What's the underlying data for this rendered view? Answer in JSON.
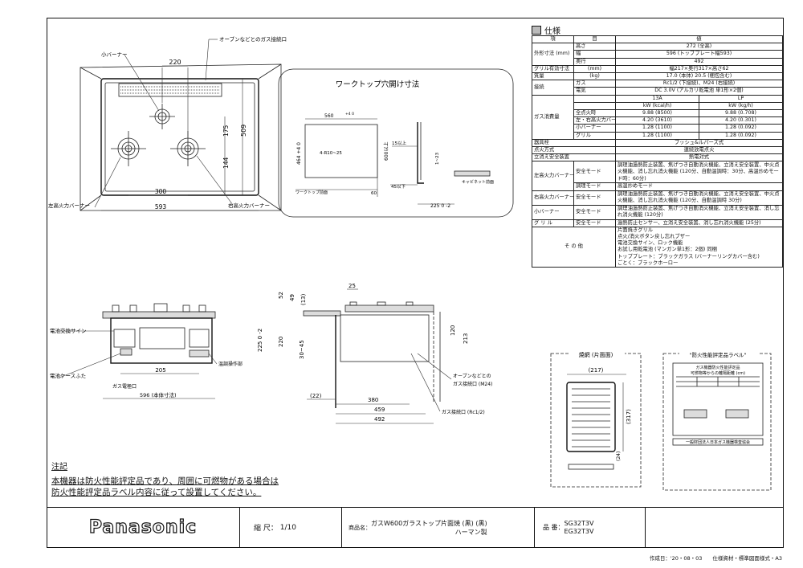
{
  "top_labels": {
    "oven_gas_inlet": "オーブンなどとのガス接続口",
    "small_burner": "小バーナー",
    "left_burner": "左高火力バーナー",
    "right_burner": "右高火力バーナー",
    "d220": "220",
    "d509": "509",
    "d175": "175",
    "d144": "144",
    "d300": "300",
    "d593": "593"
  },
  "cutout": {
    "title": "ワークトップ穴開け寸法",
    "d560": "560",
    "d560_tol": "+4 0",
    "d464": "464 +4 0",
    "d600": "600以上",
    "radius": "4-R10~25",
    "worktop_face": "ワークトップ前面",
    "d60": "60",
    "d15": "15以上",
    "d23": "1~23",
    "d45": "45以下",
    "d225": "225 0 -2",
    "cabinet_face": "キャビネット前面"
  },
  "front_labels": {
    "battery_sign": "電池交換サイン",
    "battery_case": "電池ケースふた",
    "grill_outlet": "ガス電極口",
    "d205": "205",
    "d596": "596 (本体寸法)",
    "d225": "225 0 -2",
    "ops": "温調操作部"
  },
  "side_labels": {
    "d25": "25",
    "d52": "52",
    "d49": "49",
    "d13": "(13)",
    "d220": "220",
    "d3045": "30~45",
    "d120": "120",
    "d213": "213",
    "d22": "(22)",
    "d380": "380",
    "d459": "459",
    "d492": "492",
    "oven_inlet": "オーブンなどとの",
    "oven_inlet2": "ガス接続口 (M24)",
    "gas_inlet": "ガス接続口 (Rc1/2)"
  },
  "spec": {
    "title": "仕様",
    "rows": [
      [
        "項",
        "目",
        "値"
      ],
      [
        "外形寸法 (mm)",
        "高さ",
        "272 (全高)"
      ],
      [
        "",
        "幅",
        "596 (トッププレート幅593)"
      ],
      [
        "",
        "奥行",
        "492"
      ],
      [
        "グリル有効寸法",
        "(mm)",
        "幅217×奥行317×高さ62"
      ],
      [
        "質量",
        "(kg)",
        "17.0 (本体) 20.5 (梱包含む)"
      ],
      [
        "接続",
        "ガス",
        "Rc1/2 (下接続)、M24 (右接続)"
      ],
      [
        "",
        "電気",
        "DC 3.0V (アルカリ乾電池 単1形×2個)"
      ]
    ],
    "gas_header": [
      "ガス消費量",
      "",
      "13A",
      "LP"
    ],
    "gas_units": [
      "kW (kcal/h)",
      "kW (kg/h)"
    ],
    "gas_rows": [
      [
        "全点火時",
        "9.88 (8500)",
        "9.88 (0.708)"
      ],
      [
        "左・右高火力バーナー",
        "4.20 (3610)",
        "4.20 (0.301)"
      ],
      [
        "小バーナー",
        "1.28 (1100)",
        "1.28 (0.092)"
      ],
      [
        "グリル",
        "1.28 (1100)",
        "1.28 (0.092)"
      ]
    ],
    "misc_rows": [
      [
        "器具栓",
        "プッシュ&ルパーズ式"
      ],
      [
        "点火方式",
        "連続放電点火"
      ],
      [
        "立消え安全装置",
        "熱電対式"
      ]
    ],
    "safety_rows": [
      [
        "左高火力バーナー",
        "安全モード",
        "調理油過熱防止装置、焦げつき自動消火機能、立消え安全装置、中火点火機能、消し忘れ消火機能 (120分、自動温調時：30分、高温炒めモード時：60分)"
      ],
      [
        "",
        "調理モード",
        "高温炒めモード"
      ],
      [
        "右高火力バーナー",
        "安全モード",
        "調理油過熱防止装置、焦げつき自動消火機能、立消え安全装置、中火点火機能、消し忘れ消火機能 (120分、自動温調時 30分)"
      ],
      [
        "小バーナー",
        "安全モード",
        "調理油過熱防止装置、焦げつき自動消火機能、立消え安全装置、消し忘れ消火機能 (120分)"
      ],
      [
        "グ リ ル",
        "安全モード",
        "過熱防止センサー、立消え安全装置、消し忘れ消火機能 (25分)"
      ]
    ],
    "other_label": "そ の 他",
    "other_lines": [
      "片面焼きグリル",
      "点火/消火ボタン戻し忘れブザー",
      "電池交換サイン、ロック機能",
      "お試し用乾電池 (マンガン単1形：2個) 同梱",
      "トッププレート：ブラックガラス (バーナーリングカバー含む)",
      "ごとく：ブラックホーロー"
    ]
  },
  "grill_box": {
    "title": "焼網 (片面面)",
    "d217": "(217)",
    "d317": "(317)",
    "d24": "(24)"
  },
  "label_box": {
    "title": "\"防火性能評定品ラベル\"",
    "line1": "ガス機器防火性能評定品",
    "line2": "可燃物等からの離隔距離 (cm)",
    "footer": "一般財団法人日本ガス機器検査協会"
  },
  "notes": {
    "heading": "注記",
    "line1": "本機器は防火性能評定品であり、周囲に可燃物がある場合は",
    "line2": "防火性能評定品ラベル内容に従って設置してください。"
  },
  "title_block": {
    "logo": "Panasonic",
    "scale_label": "縮 尺：",
    "scale_value": "1/10",
    "name_label": "商品名：",
    "name_value": "ガスW600ガラストップ片面焼 (黒) (黒)",
    "maker": "ハーマン製",
    "part_label": "品 番：",
    "part1": "SG32T3V",
    "part2": "EG32T3V"
  },
  "footer": "作成日：'20・08・03　　仕様資材・標準図面様式・A3"
}
